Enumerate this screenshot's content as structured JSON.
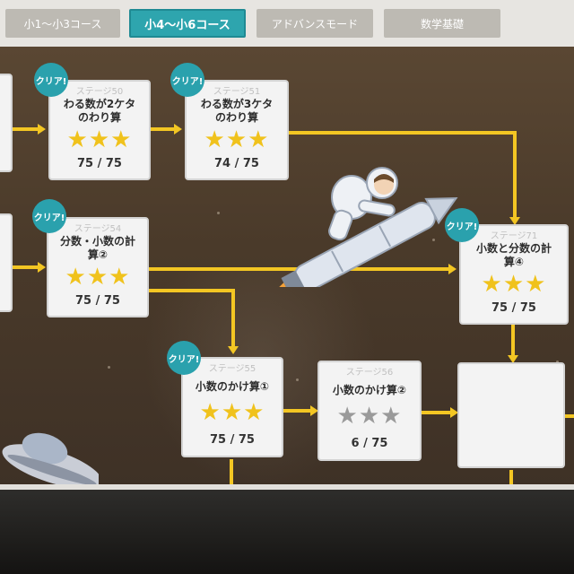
{
  "tabs": [
    {
      "label": "小1～小3コース",
      "active": false
    },
    {
      "label": "小4～小6コース",
      "active": true
    },
    {
      "label": "アドバンスモード",
      "active": false
    },
    {
      "label": "数学基礎",
      "active": false
    }
  ],
  "clear_label": "クリア!",
  "stages": [
    {
      "stage": "ステージ50",
      "title_1": "わる数が2ケタ",
      "title_2": "のわり算",
      "stars_earned": 3,
      "score": "75 / 75",
      "cleared": true
    },
    {
      "stage": "ステージ51",
      "title_1": "わる数が3ケタ",
      "title_2": "のわり算",
      "stars_earned": 3,
      "score": "74 / 75",
      "cleared": true
    },
    {
      "stage": "ステージ54",
      "title_1": "分数・小数の計",
      "title_2": "算②",
      "stars_earned": 3,
      "score": "75 / 75",
      "cleared": true
    },
    {
      "stage": "ステージ71",
      "title_1": "小数と分数の計",
      "title_2": "算④",
      "stars_earned": 3,
      "score": "75 / 75",
      "cleared": true
    },
    {
      "stage": "ステージ55",
      "title_1": "小数のかけ算①",
      "title_2": "",
      "stars_earned": 3,
      "score": "75 / 75",
      "cleared": true
    },
    {
      "stage": "ステージ56",
      "title_1": "小数のかけ算②",
      "title_2": "",
      "stars_earned": 0,
      "score": "6 / 75",
      "cleared": false
    }
  ],
  "colors": {
    "accent": "#2ea5ae",
    "star": "#f0c21c",
    "connector": "#f3c623"
  }
}
